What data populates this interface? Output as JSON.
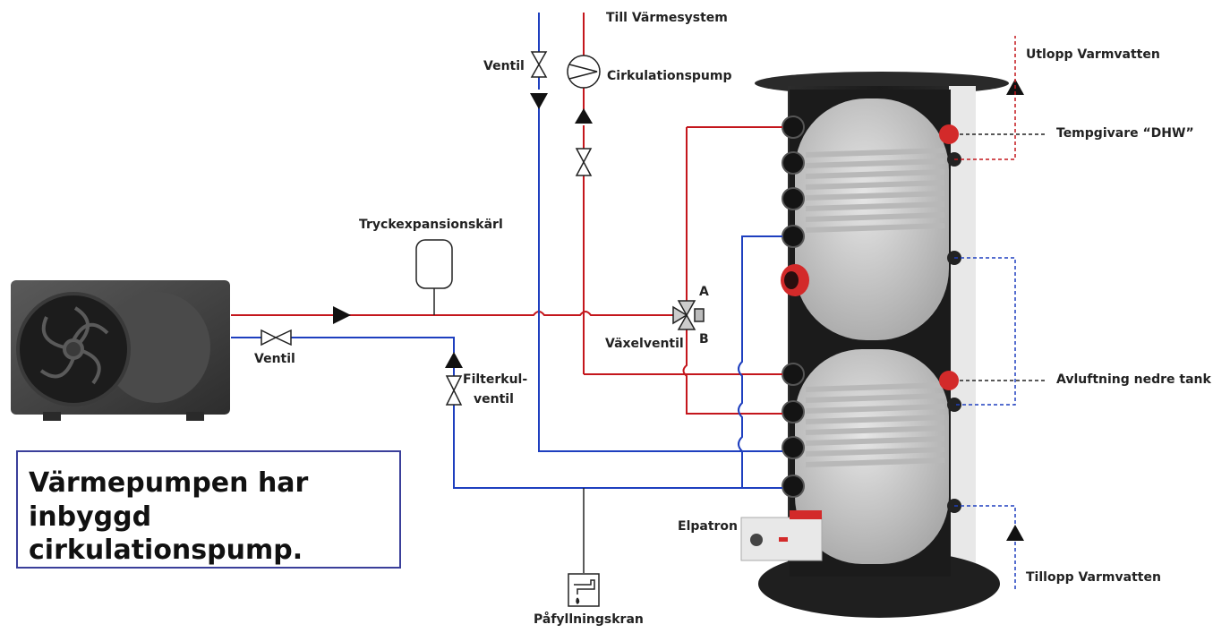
{
  "labels": {
    "till_varmesystem": "Till Värmesystem",
    "ventil_top": "Ventil",
    "cirkulationspump": "Cirkulationspump",
    "utlopp_varmvatten": "Utlopp Varmvatten",
    "tempgivare": "Tempgivare “DHW”",
    "tryckexpansionskarl": "Tryckexpansionskärl",
    "port_a": "A",
    "port_b": "B",
    "vaxelventil": "Växelventil",
    "ventil_left": "Ventil",
    "filterkulventil_1": "Filterkul-",
    "filterkulventil_2": "ventil",
    "avluftning": "Avluftning nedre tank",
    "elpatron": "Elpatron",
    "tillopp_varmvatten": "Tillopp Varmvatten",
    "pafyllningskran": "Påfyllningskran"
  },
  "info_box": {
    "text": "Värmepumpen har\ninbyggd cirkulationspump."
  },
  "colors": {
    "supply": "#c4161c",
    "return": "#1e3fbf",
    "tank_body": "#1a1a1a",
    "tank_vessel": "#c9c9c9",
    "box_border": "#3a3f9a"
  }
}
